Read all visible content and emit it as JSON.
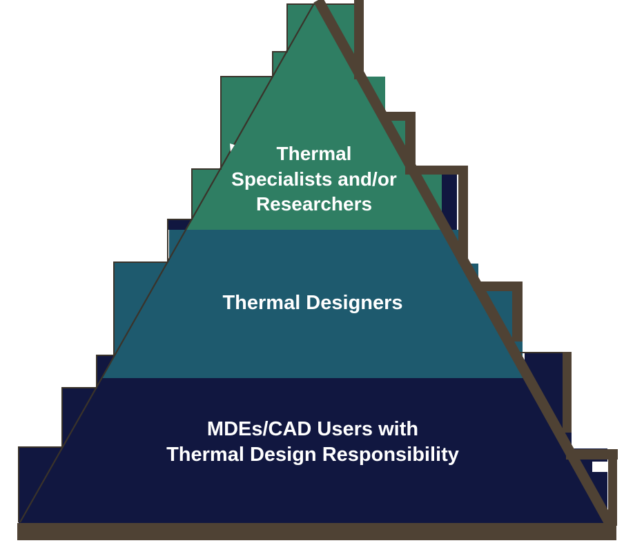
{
  "diagram": {
    "type": "pyramid",
    "title": "",
    "tiers": [
      {
        "label": "Thermal Specialists and/or Researchers",
        "lines": [
          "Thermal",
          "Specialists and/or",
          "Researchers"
        ],
        "color": "#2F7E63",
        "position": "top"
      },
      {
        "label": "Thermal Designers",
        "lines": [
          "Thermal Designers"
        ],
        "color": "#1E5A6E",
        "position": "middle"
      },
      {
        "label": "MDEs/CAD Users with Thermal Design Responsibility",
        "lines": [
          "MDEs/CAD Users with",
          "Thermal Design Responsibility"
        ],
        "color": "#111740",
        "position": "bottom"
      }
    ],
    "colors": {
      "outline_thick": "#4F4234",
      "outline_thin": "#3A332A",
      "text": "#FFFFFF",
      "background": "#FFFFFF"
    }
  }
}
